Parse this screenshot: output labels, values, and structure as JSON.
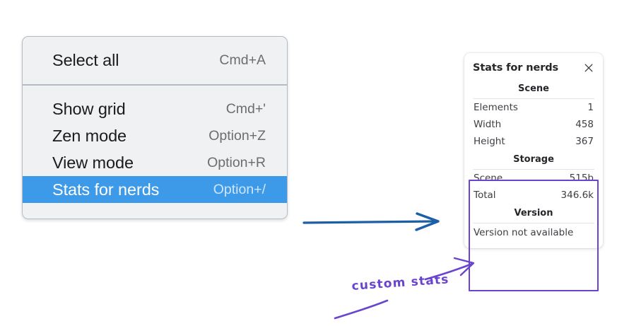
{
  "menu": {
    "groups": [
      {
        "items": [
          {
            "label": "Select all",
            "shortcut": "Cmd+A",
            "selected": false
          }
        ]
      },
      {
        "items": [
          {
            "label": "Show grid",
            "shortcut": "Cmd+'",
            "selected": false
          },
          {
            "label": "Zen mode",
            "shortcut": "Option+Z",
            "selected": false
          },
          {
            "label": "View mode",
            "shortcut": "Option+R",
            "selected": false
          },
          {
            "label": "Stats for nerds",
            "shortcut": "Option+/",
            "selected": true
          }
        ]
      }
    ],
    "highlight_color": "#3d9ae8",
    "background_color": "#f0f1f2"
  },
  "stats_panel": {
    "title": "Stats for nerds",
    "close_icon": "close-icon",
    "sections": [
      {
        "header": "Scene",
        "rows": [
          {
            "key": "Elements",
            "value": "1"
          },
          {
            "key": "Width",
            "value": "458"
          },
          {
            "key": "Height",
            "value": "367"
          }
        ]
      },
      {
        "header": "Storage",
        "rows": [
          {
            "key": "Scene",
            "value": "515b"
          },
          {
            "key": "Total",
            "value": "346.6k"
          }
        ]
      },
      {
        "header": "Version",
        "note": "Version not available"
      }
    ]
  },
  "annotations": {
    "custom_stats_label": "custom stats",
    "purple_color": "#6a43cf",
    "blue_arrow_color": "#1d5fa4"
  }
}
